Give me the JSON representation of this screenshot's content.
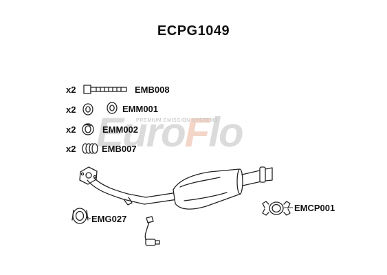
{
  "title": "ECPG1049",
  "watermark": {
    "brand_start": "Euro",
    "brand_accent": "F",
    "brand_end": "lo",
    "tagline": "PREMIUM EMISSION SYSTEMS",
    "accent_color": "#f1c9b8"
  },
  "parts": [
    {
      "qty": "x2",
      "code": "EMB008",
      "icon": "bolt-icon"
    },
    {
      "qty": "x2",
      "code": "EMM001",
      "icon": "nut-icon"
    },
    {
      "qty": "x2",
      "code": "EMM002",
      "icon": "spring-washer-icon"
    },
    {
      "qty": "x2",
      "code": "EMB007",
      "icon": "spring-icon"
    }
  ],
  "gasket": {
    "code": "EMG027",
    "icon": "gasket-icon"
  },
  "clamp": {
    "code": "EMCP001",
    "icon": "clamp-icon"
  },
  "assembly": {
    "icon": "catalytic-converter-pipe-icon"
  }
}
